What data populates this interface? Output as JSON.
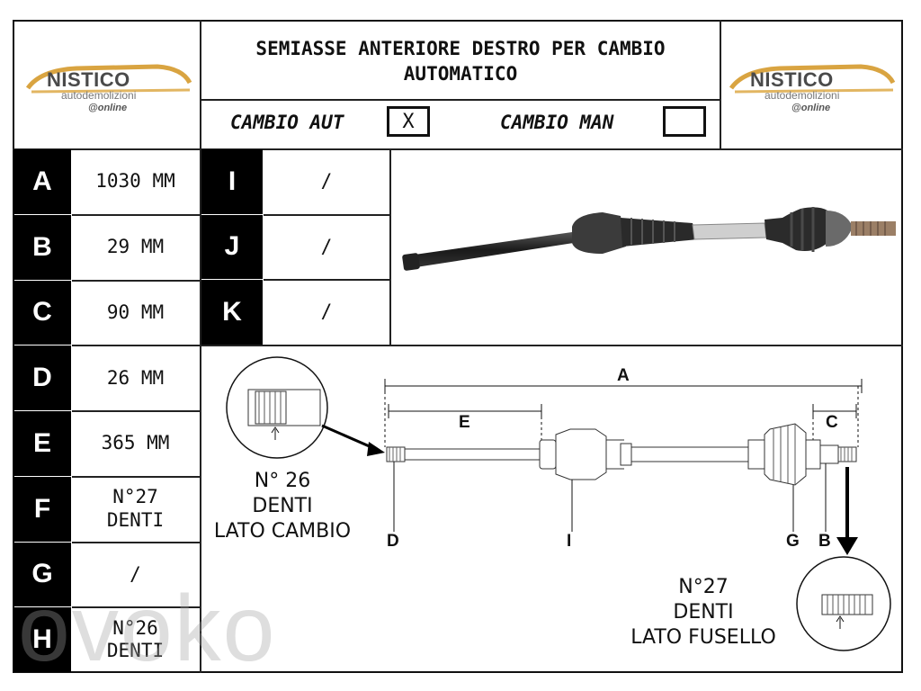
{
  "header": {
    "logo_brand": "NISTICO",
    "logo_sub": "autodemolizioni",
    "logo_online": "@online",
    "title": "SEMIASSE ANTERIORE DESTRO PER CAMBIO AUTOMATICO",
    "cambio_aut_label": "CAMBIO AUT",
    "cambio_aut_value": "X",
    "cambio_man_label": "CAMBIO MAN",
    "cambio_man_value": ""
  },
  "specs_left": [
    {
      "label": "A",
      "value": "1030 MM"
    },
    {
      "label": "B",
      "value": "29 MM"
    },
    {
      "label": "C",
      "value": "90 MM"
    },
    {
      "label": "D",
      "value": "26 MM"
    },
    {
      "label": "E",
      "value": "365 MM"
    },
    {
      "label": "F",
      "value": "N°27\nDENTI"
    },
    {
      "label": "G",
      "value": "/"
    },
    {
      "label": "H",
      "value": "N°26\nDENTI"
    }
  ],
  "specs_right": [
    {
      "label": "I",
      "value": "/"
    },
    {
      "label": "J",
      "value": "/"
    },
    {
      "label": "K",
      "value": "/"
    }
  ],
  "diagram": {
    "dim_a": "A",
    "dim_e": "E",
    "dim_c": "C",
    "point_d": "D",
    "point_i": "I",
    "point_g": "G",
    "point_b": "B",
    "left_note_line1": "N° 26",
    "left_note_line2": "DENTI",
    "left_note_line3": "LATO CAMBIO",
    "right_note_line1": "N°27",
    "right_note_line2": "DENTI",
    "right_note_line3": "LATO FUSELLO"
  },
  "watermark": "ovoko",
  "colors": {
    "label_bg": "#000000",
    "label_text": "#ffffff",
    "logo_gold": "#d9a441"
  }
}
